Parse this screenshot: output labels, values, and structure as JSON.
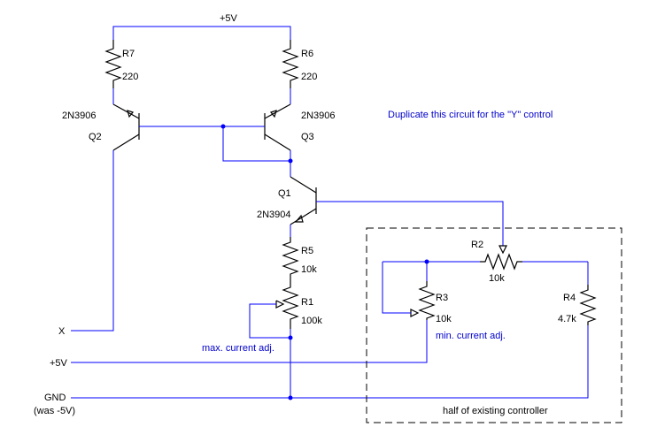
{
  "labels": {
    "vcc_top": "+5V",
    "r7_name": "R7",
    "r7_value": "220",
    "r6_name": "R6",
    "r6_value": "220",
    "q2_type": "2N3906",
    "q2_name": "Q2",
    "q3_type": "2N3906",
    "q3_name": "Q3",
    "q1_name": "Q1",
    "q1_type": "2N3904",
    "r5_name": "R5",
    "r5_value": "10k",
    "r1_name": "R1",
    "r1_value": "100k",
    "r2_name": "R2",
    "r2_value": "10k",
    "r3_name": "R3",
    "r3_value": "10k",
    "r4_name": "R4",
    "r4_value": "4.7k",
    "x_terminal": "X",
    "vcc_terminal": "+5V",
    "gnd_terminal": "GND",
    "gnd_note": "(was -5V)"
  },
  "notes": {
    "duplicate": "Duplicate this circuit for the \"Y\" control",
    "max_adj": "max. current adj.",
    "min_adj": "min. current adj.",
    "existing": "half of existing controller"
  }
}
